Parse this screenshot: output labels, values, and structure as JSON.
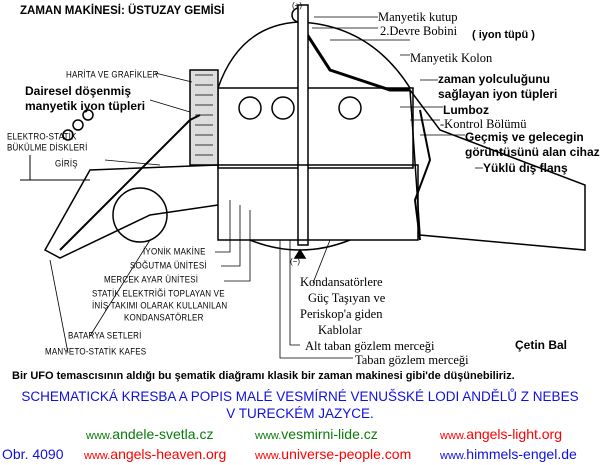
{
  "title": "ZAMAN MAKİNESİ: ÜSTUZAY GEMİSİ",
  "labels": {
    "plus": "(+)",
    "minus": "(−)",
    "manyetik_kutup": "Manyetik kutup",
    "devre_bobini": "2.Devre Bobini",
    "iyon_tupu": "( iyon tüpü )",
    "manyetik_kolon": "Manyetik Kolon",
    "zaman_1": "zaman yolculuğunu",
    "zaman_2": "sağlayan iyon tüpleri",
    "lumboz": "Lumboz",
    "kontrol": "-Kontrol Bölümü",
    "gecmis_1": "Geçmiş ve gelecegin",
    "gecmis_2": "görüntüsünü alan cihaz",
    "flans": "Yüklü dış flanş",
    "harita": "HARİTA VE GRAFİKLER",
    "dairesel_1": "Dairesel döşenmiş",
    "dairesel_2": "manyetik iyon tüpleri",
    "elektro_1": "ELEKTRO-STATİK",
    "elektro_2": "BÜKÜLME DİSKLERİ",
    "giris": "GİRİŞ",
    "iyonik": "İYONİK MAKİNE",
    "sogutma": "SOĞUTMA ÜNİTESİ",
    "mercek": "MERCEK AYAR ÜNİTESİ",
    "statik_1": "STATİK ELEKTRİĞİ TOPLAYAN VE",
    "statik_2": "İNİŞ TAKIMI OLARAK KULLANILAN",
    "statik_3": "KONDANSATÖRLER",
    "batarya": "BATARYA SETLERİ",
    "kafes": "MANYETO-STATİK KAFES",
    "kond_1": "Kondansatörlere",
    "kond_2": "Güç Taşıyan ve",
    "kond_3": "Periskop'a giden",
    "kond_4": "Kablolar",
    "alt_taban": "Alt taban gözlem merceği",
    "taban": "Taban gözlem merceği",
    "author": "Çetin Bal"
  },
  "caption": "Bir UFO temascısının aldığı bu şematik diağramı klasik bir zaman makinesi gibi'de düşünebiliriz.",
  "czech_line_1": "SCHEMATICKÁ KRESBA A POPIS MALÉ VESMÍRNÉ VENUŠSKÉ LODI ANDĚLŮ Z NEBES",
  "czech_line_2": "V TURECKÉM JAZYCE.",
  "figure_number": "Obr. 4090",
  "links": [
    {
      "www": "www.",
      "name": "andele-svetla.cz",
      "color": "#0a7a0a"
    },
    {
      "www": "www.",
      "name": "vesmirni-lide.cz",
      "color": "#0a7a0a"
    },
    {
      "www": "www.",
      "name": "angels-light.org",
      "color": "#ff0000"
    },
    {
      "www": "www.",
      "name": "angels-heaven.org",
      "color": "#ff0000"
    },
    {
      "www": "www.",
      "name": "universe-people.com",
      "color": "#ff0000"
    },
    {
      "www": "www.",
      "name": "himmels-engel.de",
      "color": "#1010e0"
    }
  ]
}
